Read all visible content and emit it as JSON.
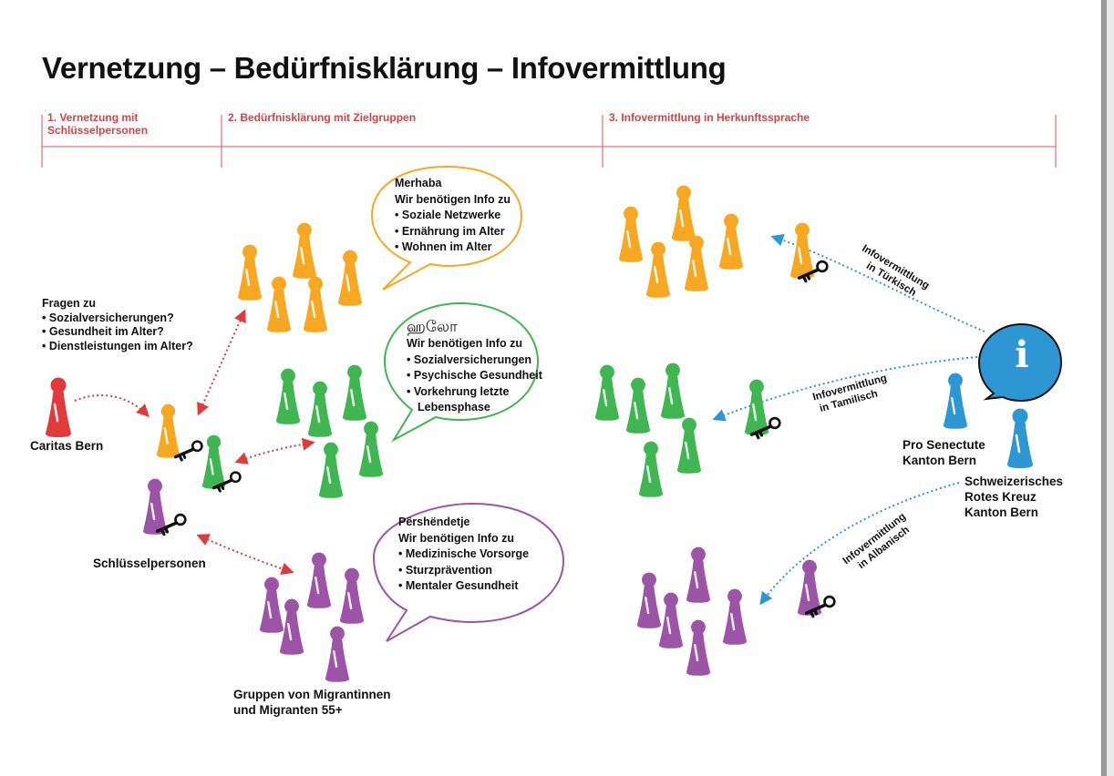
{
  "title": "Vernetzung – Bedürfnisklärung – Infovermittlung",
  "columns": [
    {
      "label": "1. Vernetzung mit Schlüsselpersonen"
    },
    {
      "label": "2. Bedürfnisklärung mit Zielgruppen"
    },
    {
      "label": "3. Infovermittlung in Herkunftssprache"
    }
  ],
  "questions": {
    "heading": "Fragen zu",
    "items": [
      "Sozialversicherungen?",
      "Gesundheit im Alter?",
      "Dienstleistungen im Alter?"
    ]
  },
  "labels": {
    "caritas": "Caritas Bern",
    "schluesselpersonen": "Schlüsselpersonen",
    "groups_line1": "Gruppen von Migrantinnen",
    "groups_line2": "und Migranten 55+",
    "pro_senectute_line1": "Pro Senectute",
    "pro_senectute_line2": "Kanton Bern",
    "srk_line1": "Schweizerisches",
    "srk_line2": "Rotes Kreuz",
    "srk_line3": "Kanton Bern",
    "info_symbol": "i"
  },
  "bubbles": {
    "turkish": {
      "greeting": "Merhaba",
      "intro": "Wir benötigen Info zu",
      "items": [
        "Soziale Netzwerke",
        "Ernährung im Alter",
        "Wohnen im Alter"
      ]
    },
    "tamil": {
      "greeting": "ஹலோ",
      "intro": "Wir benötigen Info zu",
      "items": [
        "Sozialversicherungen",
        "Psychische Gesundheit",
        "Vorkehrung letzte"
      ],
      "continuation": "Lebensphase"
    },
    "albanian": {
      "greeting": "Përshëndetje",
      "intro": "Wir benötigen Info zu",
      "items": [
        "Medizinische Vorsorge",
        "Sturzprävention",
        "Mentaler Gesundheit"
      ]
    }
  },
  "arrows": {
    "turkish_line1": "Infovermittlung",
    "turkish_line2": "in Türkisch",
    "tamil_line1": "Infovermittlung",
    "tamil_line2": "in Tamilisch",
    "albanian_line1": "Infovermittlung",
    "albanian_line2": "in Albanisch"
  },
  "colors": {
    "orange": "#f7a823",
    "green": "#3fb651",
    "purple": "#9c55a6",
    "red": "#e03a3a",
    "blue": "#2d96d3",
    "heading_red": "#d94040"
  }
}
